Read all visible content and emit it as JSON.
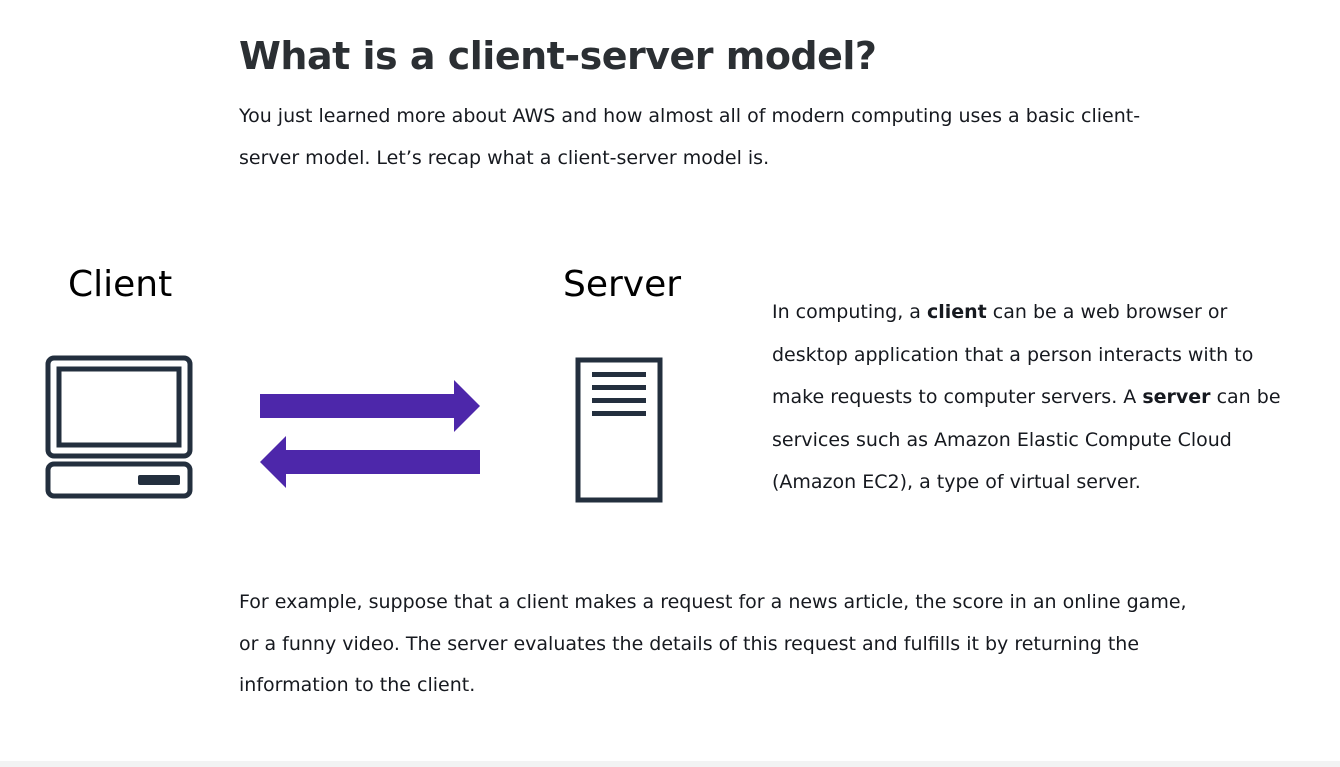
{
  "heading": "What is a client-server model?",
  "intro": "You just learned more about AWS and how almost all of modern computing uses a basic client-server model. Let’s recap what a client-server model is.",
  "diagram": {
    "client_label": "Client",
    "server_label": "Server",
    "arrow_color": "#4d27aa",
    "icon_color": "#232f3e",
    "icons": [
      "laptop-icon",
      "bidirectional-arrows-icon",
      "server-tower-icon"
    ]
  },
  "definition": {
    "part1": "In computing, a ",
    "term_client": "client",
    "part2": " can be a web browser or desktop application that a person interacts with to make requests to computer servers. A ",
    "term_server": "server",
    "part3": " can be services such as Amazon Elastic Compute Cloud (Amazon EC2), a type of virtual server."
  },
  "example": "For example, suppose that a client makes a request for a news article, the score in an online game, or a funny video. The server evaluates the details of this request and fulfills it by returning the information to the client."
}
